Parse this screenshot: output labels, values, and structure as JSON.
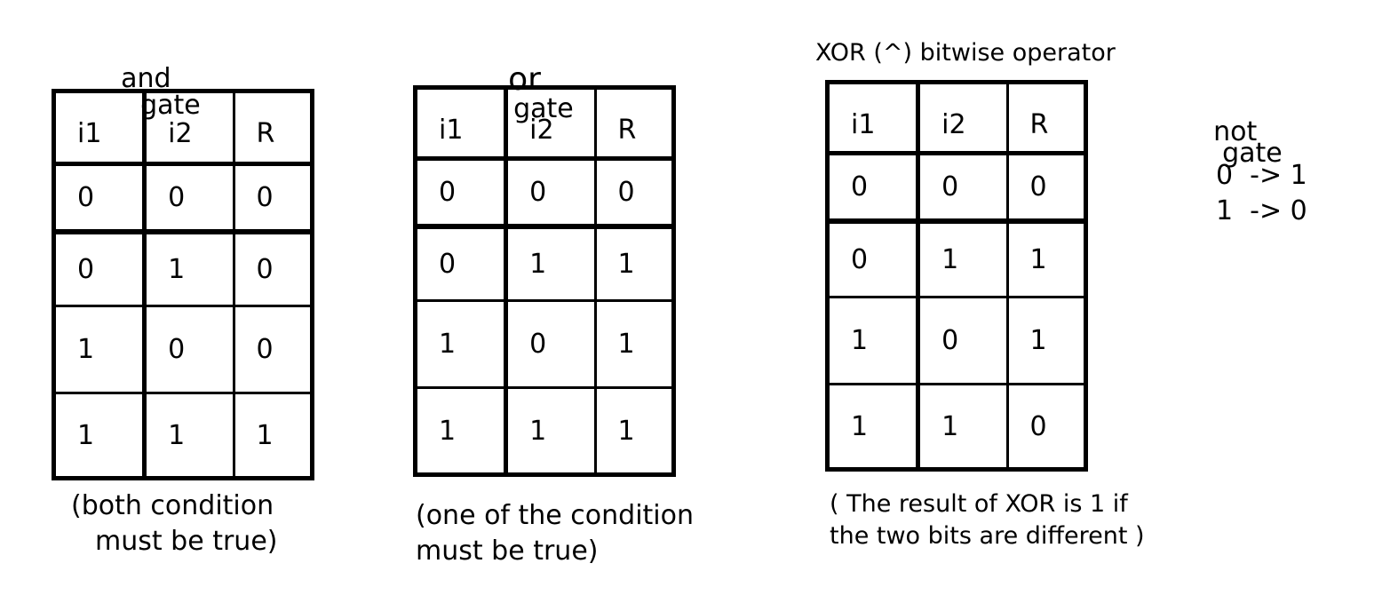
{
  "and_gate": {
    "title_word": "and",
    "title_gate": "gate",
    "headers": [
      "i1",
      "i2",
      "R"
    ],
    "rows": [
      [
        "0",
        "0",
        "0"
      ],
      [
        "0",
        "1",
        "0"
      ],
      [
        "1",
        "0",
        "0"
      ],
      [
        "1",
        "1",
        "1"
      ]
    ],
    "note_line1": "(both condition",
    "note_line2": "must be true)"
  },
  "or_gate": {
    "title_word": "or",
    "title_gate": "gate",
    "headers": [
      "i1",
      "i2",
      "R"
    ],
    "rows": [
      [
        "0",
        "0",
        "0"
      ],
      [
        "0",
        "1",
        "1"
      ],
      [
        "1",
        "0",
        "1"
      ],
      [
        "1",
        "1",
        "1"
      ]
    ],
    "note_line1": "(one of the condition",
    "note_line2": "must be true)"
  },
  "xor_gate": {
    "title": "XOR (^) bitwise operator",
    "headers": [
      "i1",
      "i2",
      "R"
    ],
    "rows": [
      [
        "0",
        "0",
        "0"
      ],
      [
        "0",
        "1",
        "1"
      ],
      [
        "1",
        "0",
        "1"
      ],
      [
        "1",
        "1",
        "0"
      ]
    ],
    "note_line1": "( The result of XOR is 1 if",
    "note_line2": "the two bits are different )"
  },
  "not_gate": {
    "title_word": "not",
    "title_gate": "gate",
    "line1": "0  -> 1",
    "line2": "1  -> 0"
  }
}
